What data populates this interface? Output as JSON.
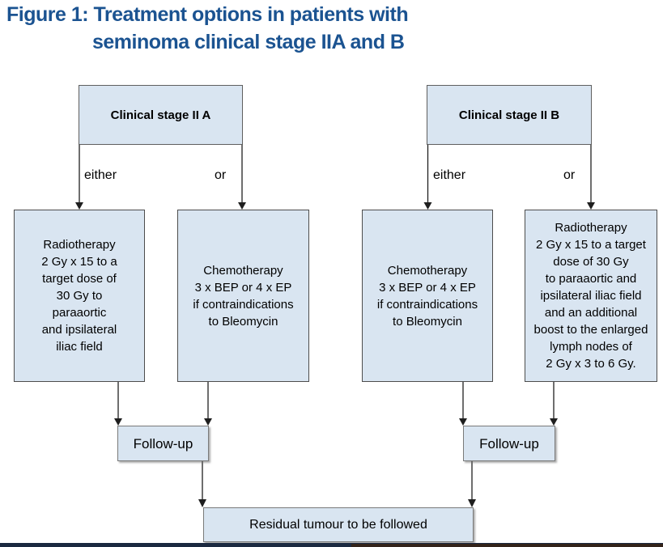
{
  "title": {
    "line1": "Figure 1: Treatment options in patients with",
    "line2": "seminoma clinical stage IIA and B"
  },
  "diagram": {
    "stage_a": {
      "title": "Clinical stage II A",
      "either_label": "either",
      "or_label": "or",
      "option1": "Radiotherapy\n2 Gy x 15 to a\ntarget dose of\n30 Gy to\nparaaortic\nand ipsilateral\niliac field",
      "option2": "Chemotherapy\n3 x BEP or 4 x EP\nif contraindications\nto Bleomycin",
      "followup": "Follow-up"
    },
    "stage_b": {
      "title": "Clinical stage II B",
      "either_label": "either",
      "or_label": "or",
      "option1": "Chemotherapy\n3 x BEP or 4 x EP\nif contraindications\nto Bleomycin",
      "option2": "Radiotherapy\n2 Gy x 15 to a target\ndose of 30 Gy\nto paraaortic and\nipsilateral iliac field\nand an additional\nboost to the enlarged\nlymph nodes of\n2 Gy x 3 to 6 Gy.",
      "followup": "Follow-up"
    },
    "residual": "Residual tumour to be followed"
  },
  "colors": {
    "title_blue": "#1b5391",
    "box_fill": "#d9e5f1",
    "box_border": "#4d4d4d",
    "connector": "#1f1f1f",
    "footer_navy": "#1b2940",
    "footer_brown": "#33231a"
  }
}
